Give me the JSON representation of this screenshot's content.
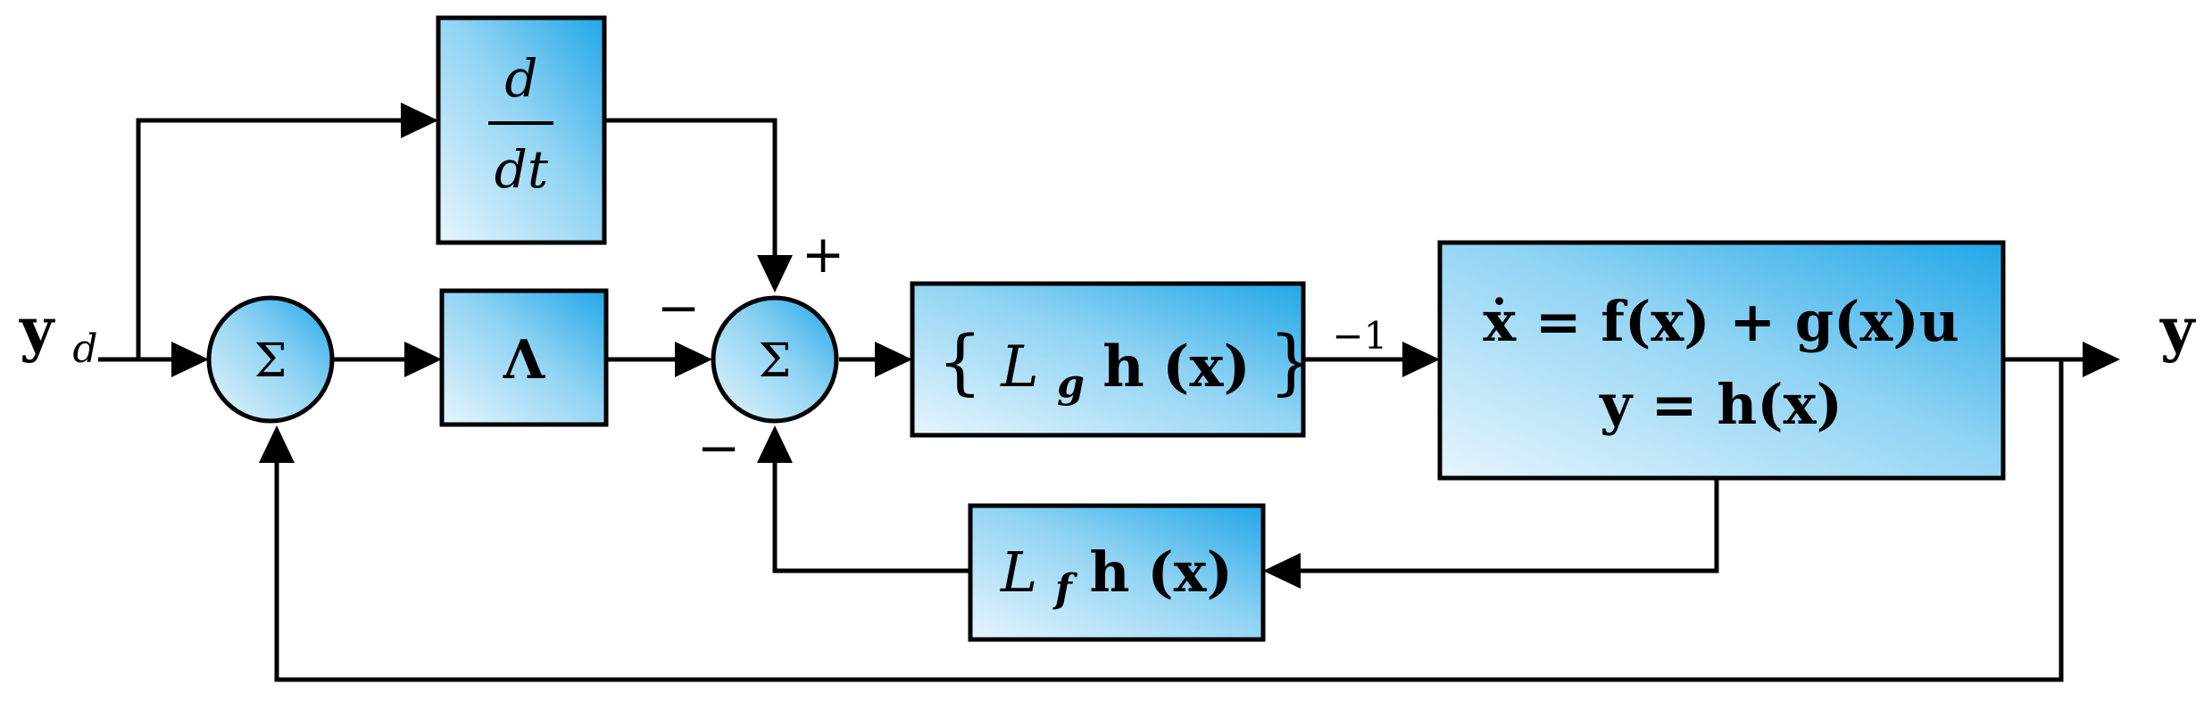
{
  "diagram": {
    "input_label": {
      "main": "y",
      "sub": "d"
    },
    "output_label": "y",
    "derivative_block": {
      "numerator": "d",
      "denominator": "dt"
    },
    "sum_symbol": "Σ",
    "lambda_block": "Λ",
    "inverse_block": {
      "open_brace": "{",
      "L": "L",
      "L_sub": "g",
      "h": "h",
      "paren_x": "(x)",
      "close_brace": "}",
      "exponent": "−1"
    },
    "plant_block": {
      "line1_lhs": "ẋ",
      "line1_rest": "= f(x) + g(x)u",
      "line2": "y = h(x)"
    },
    "feedback_block": {
      "L": "L",
      "L_sub": "f",
      "h": "h",
      "paren_x": "(x)"
    },
    "signs": {
      "sum1_bottom": "",
      "sum2_top": "+",
      "sum2_left": "−",
      "sum2_bottom": "−"
    }
  }
}
